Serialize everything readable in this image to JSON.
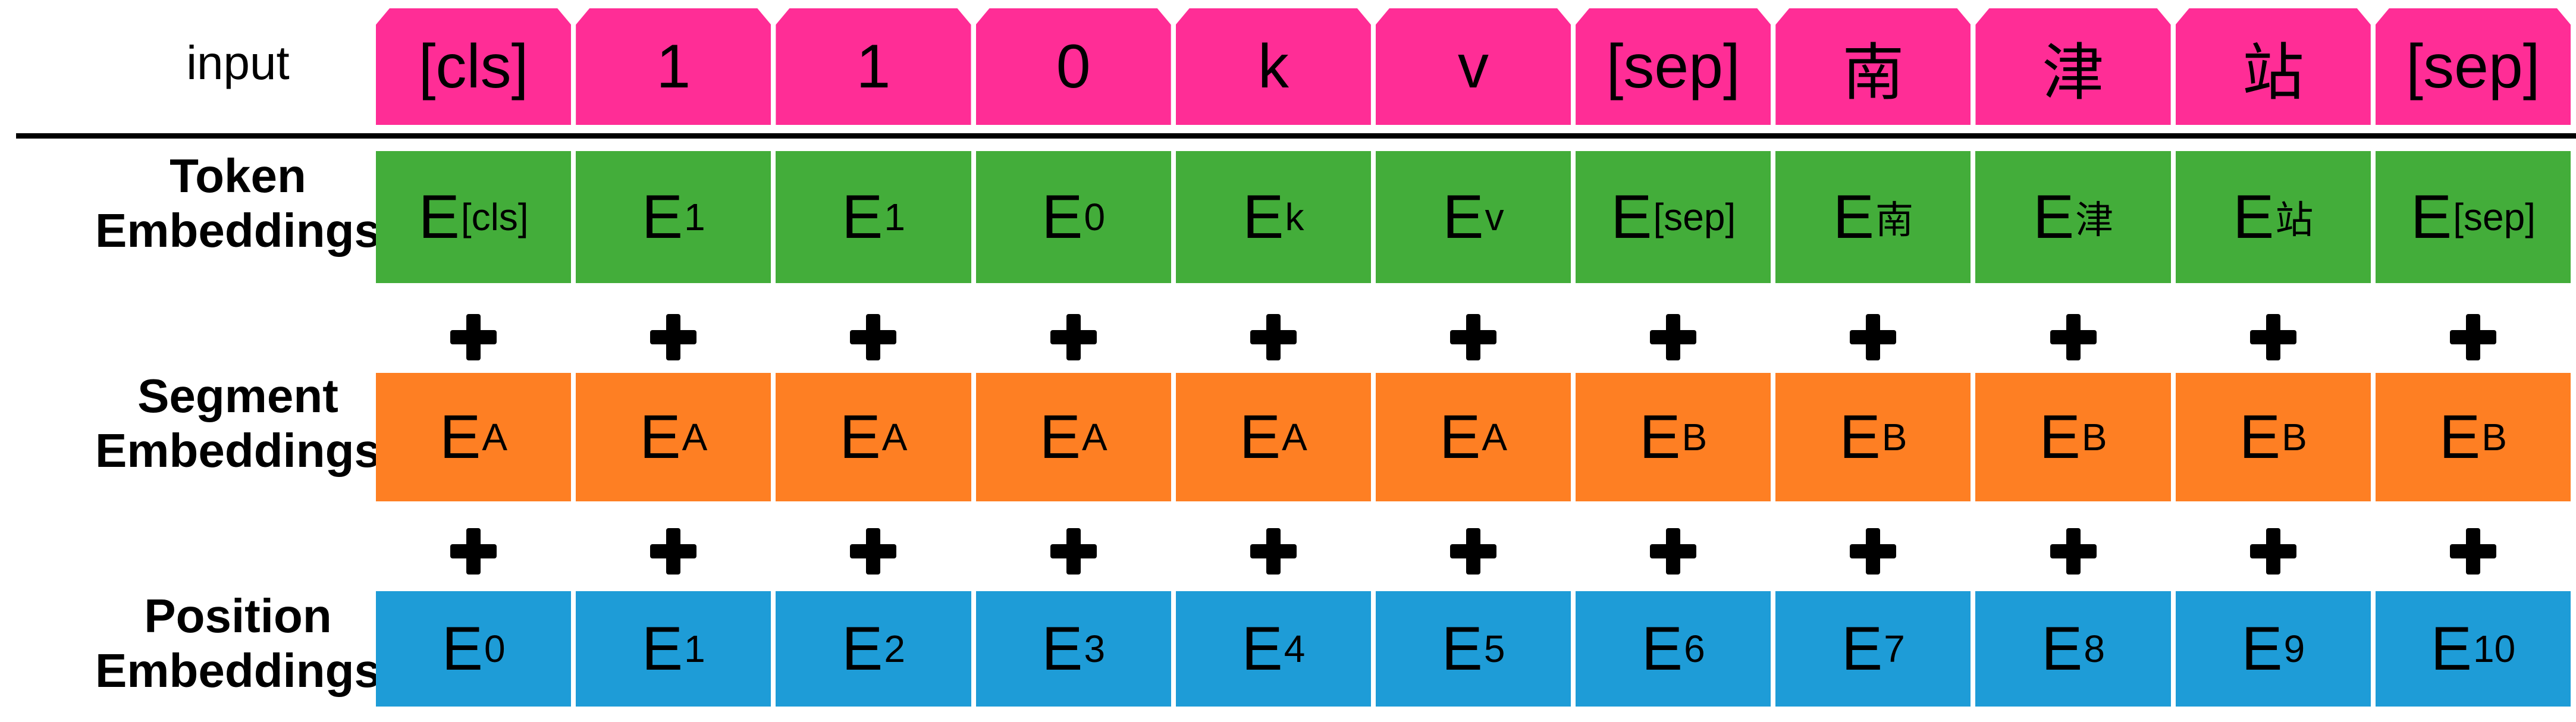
{
  "labels": {
    "input": "input",
    "token": [
      "Token",
      "Embeddings"
    ],
    "segment": [
      "Segment",
      "Embeddings"
    ],
    "position": [
      "Position",
      "Embeddings"
    ]
  },
  "tokens": [
    "[cls]",
    "1",
    "1",
    "0",
    "k",
    "v",
    "[sep]",
    "南",
    "津",
    "站",
    "[sep]"
  ],
  "token_embeddings": [
    "[cls]",
    "1",
    "1",
    "0",
    "k",
    "v",
    "[sep]",
    "南",
    "津",
    "站",
    "[sep]"
  ],
  "segment_embeddings": [
    "A",
    "A",
    "A",
    "A",
    "A",
    "A",
    "B",
    "B",
    "B",
    "B",
    "B"
  ],
  "position_embeddings": [
    "0",
    "1",
    "2",
    "3",
    "4",
    "5",
    "6",
    "7",
    "8",
    "9",
    "10"
  ],
  "embedding_symbol": "E",
  "colors": {
    "input": "#ff2d96",
    "token": "#43ad3a",
    "segment": "#fe7f23",
    "position": "#1e9cd7"
  },
  "icons": {
    "operator": "plus-icon"
  }
}
